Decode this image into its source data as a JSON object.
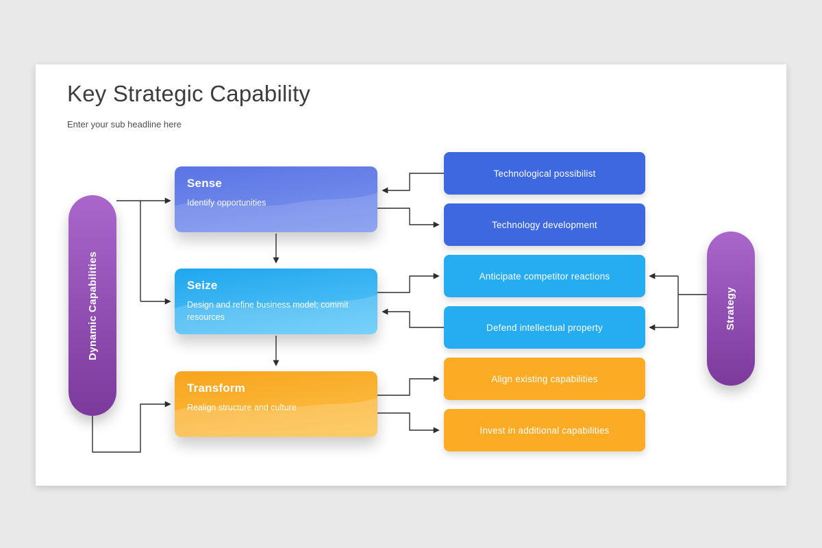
{
  "page": {
    "background_color": "#e9e9e9"
  },
  "slide": {
    "title": "Key Strategic Capability",
    "subtitle": "Enter your sub headline here",
    "background_color": "#ffffff"
  },
  "side_pills": {
    "left": {
      "label": "Dynamic Capabilities",
      "gradient_top": "#aa66cb",
      "gradient_bottom": "#7c3a9c"
    },
    "right": {
      "label": "Strategy",
      "gradient_top": "#aa66cb",
      "gradient_bottom": "#7c3a9c"
    }
  },
  "stages": [
    {
      "title": "Sense",
      "description": "Identify opportunities",
      "gradient_top": "#5a74e5",
      "gradient_bottom": "#7e96ee"
    },
    {
      "title": "Seize",
      "description": "Design and refine business model; commit resources",
      "gradient_top": "#1fa6ee",
      "gradient_bottom": "#5fc8f8"
    },
    {
      "title": "Transform",
      "description": "Realign structure and culture",
      "gradient_top": "#f8a41d",
      "gradient_bottom": "#fdc24a"
    }
  ],
  "factors": [
    {
      "label": "Technological possibilist",
      "color": "#3e68e0"
    },
    {
      "label": "Technology development",
      "color": "#3e68e0"
    },
    {
      "label": "Anticipate competitor reactions",
      "color": "#25acf1"
    },
    {
      "label": "Defend intellectual property",
      "color": "#25acf1"
    },
    {
      "label": "Align existing capabilities",
      "color": "#fcab25"
    },
    {
      "label": "Invest in additional capabilities",
      "color": "#fcab25"
    }
  ],
  "connectors": {
    "line_color": "#2e2e2e"
  }
}
